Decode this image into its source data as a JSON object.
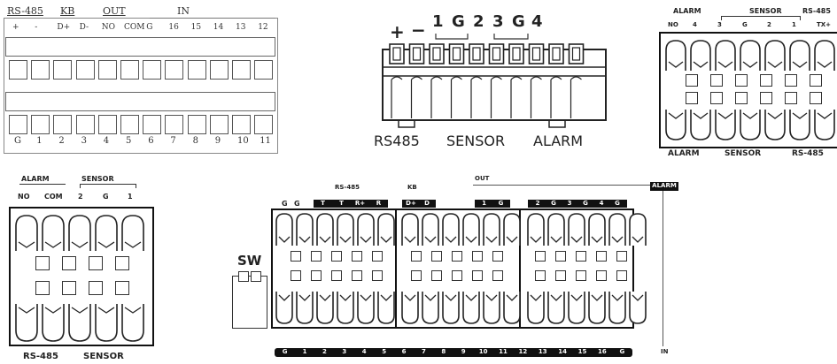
{
  "panel1": {
    "groups": [
      "RS-485",
      "KB",
      "OUT",
      "IN"
    ],
    "top_pins": [
      "+",
      "-",
      "D+",
      "D-",
      "NO",
      "COM",
      "G",
      "16",
      "15",
      "14",
      "13",
      "12"
    ],
    "bottom_pins": [
      "G",
      "1",
      "2",
      "3",
      "4",
      "5",
      "6",
      "7",
      "8",
      "9",
      "10",
      "11"
    ]
  },
  "panel2": {
    "top_pins": [
      "+",
      "−",
      "1",
      "G",
      "2",
      "3",
      "G",
      "4"
    ],
    "bottom_labels": [
      "RS485",
      "SENSOR",
      "ALARM"
    ]
  },
  "panel3": {
    "groups": [
      "ALARM",
      "SENSOR",
      "RS-485"
    ],
    "top_pins": [
      "NO",
      "4",
      "3",
      "G",
      "2",
      "1",
      "TX+"
    ],
    "bottom_labels": [
      "ALARM",
      "SENSOR",
      "RS-485"
    ]
  },
  "panel4": {
    "groups": [
      "ALARM",
      "SENSOR"
    ],
    "top_pins": [
      "NO",
      "COM",
      "2",
      "G",
      "1"
    ],
    "bottom_labels": [
      "RS-485",
      "SENSOR"
    ]
  },
  "panel5": {
    "group_labels": [
      "RS-485",
      "KB",
      "OUT"
    ],
    "plain_top_pins": [
      "G",
      "G"
    ],
    "rs485_badges": [
      "T",
      "T",
      "R+",
      "R"
    ],
    "kb_badges": [
      "D+",
      "D"
    ],
    "out_badges": [
      "1",
      "G",
      "2",
      "G",
      "3",
      "G",
      "4",
      "G"
    ],
    "alarm_label": "ALARM",
    "sw_label": "SW",
    "in_label": "IN",
    "bottom_pins": [
      "G",
      "1",
      "2",
      "3",
      "4",
      "5",
      "6",
      "7",
      "8",
      "9",
      "10",
      "11",
      "12",
      "13",
      "14",
      "15",
      "16",
      "G"
    ]
  }
}
